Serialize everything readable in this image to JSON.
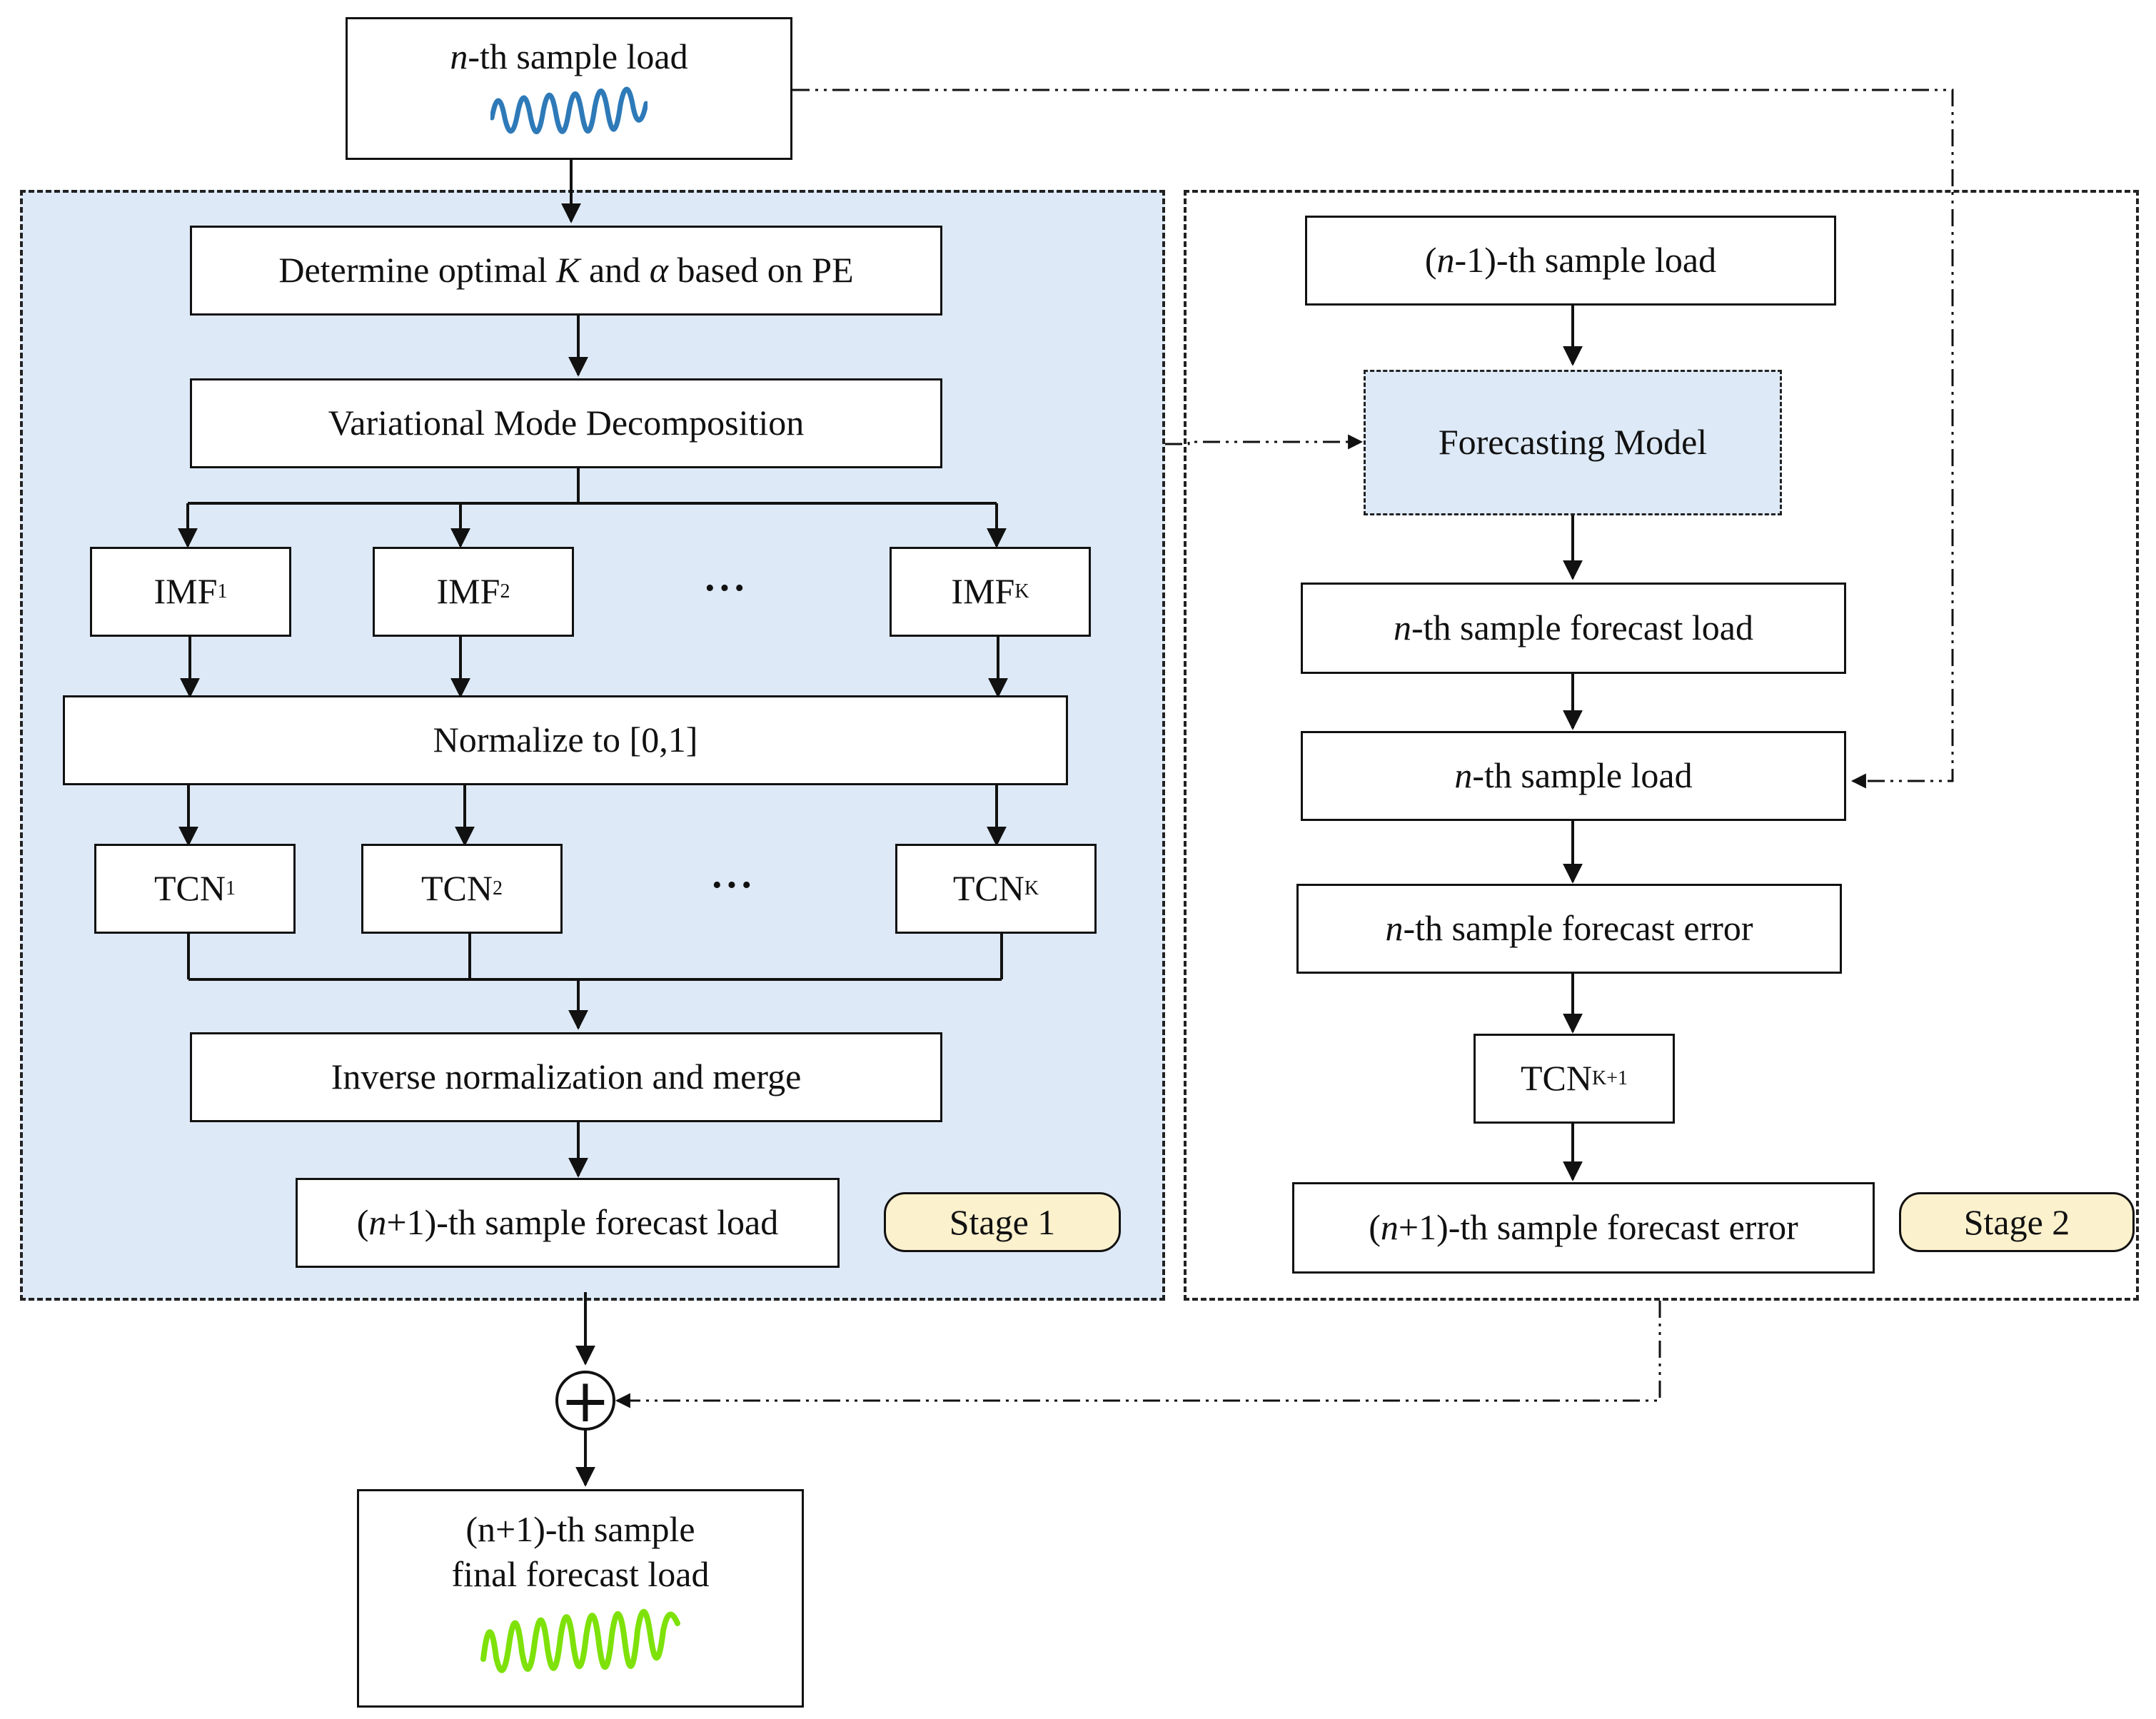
{
  "input_box": {
    "prefix": "n",
    "label": "-th sample  load"
  },
  "stage1": {
    "badge": "Stage 1",
    "optimal": {
      "before": "Determine optimal ",
      "k": "K",
      "mid": " and ",
      "alpha": "α",
      "after": " based on PE"
    },
    "vmd": "Variational Mode Decomposition",
    "imf": {
      "base": "IMF",
      "subs": [
        "1",
        "2",
        "K"
      ]
    },
    "normalize": "Normalize to [0,1]",
    "tcn": {
      "base": "TCN",
      "subs": [
        "1",
        "2",
        "K"
      ]
    },
    "ellipsis": "···",
    "inverse": "Inverse normalization and merge",
    "forecast": {
      "open": "(",
      "n": "n",
      "rest": "+1)-th sample forecast load"
    }
  },
  "stage2": {
    "badge": "Stage 2",
    "prev_load": {
      "open": "(",
      "n": "n",
      "rest": "-1)-th sample  load"
    },
    "model": "Forecasting Model",
    "forecast_load": {
      "n": "n",
      "rest": "-th sample forecast load"
    },
    "sample_load": {
      "n": "n",
      "rest": "-th sample load"
    },
    "forecast_error": {
      "n": "n",
      "rest": "-th sample forecast error"
    },
    "tcn_k1": {
      "base": "TCN",
      "sub": "K+1"
    },
    "next_error": {
      "open": "(",
      "n": "n",
      "rest": "+1)-th  sample forecast error"
    }
  },
  "sum_symbol": "+",
  "final": {
    "line1": "(n+1)-th sample",
    "line2": "final forecast load"
  },
  "colors": {
    "stage1_fill": "#dde9f6",
    "badge_fill": "#fcf1cd",
    "input_wave": "#2e7ab8",
    "output_wave": "#7ee20a"
  }
}
